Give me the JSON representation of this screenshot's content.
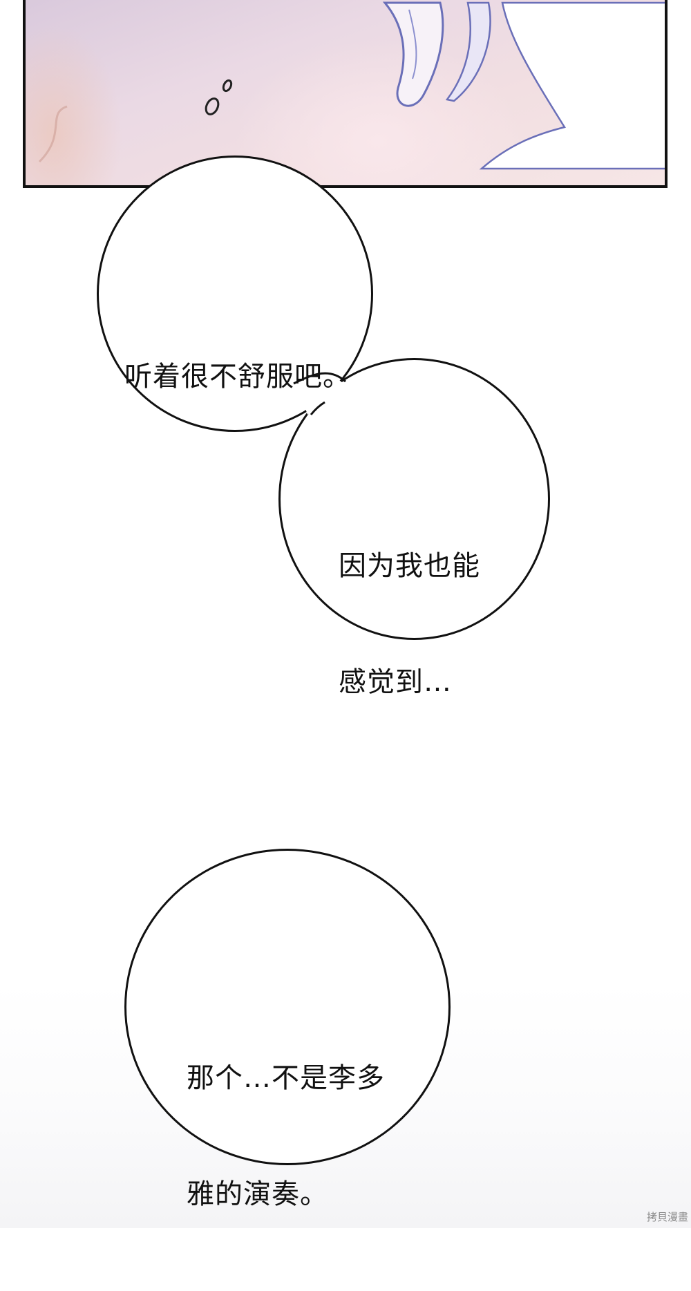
{
  "bubbles": {
    "first": {
      "line1": "听着很不舒服吧。"
    },
    "second": {
      "line1": "因为我也能",
      "line2": "感觉到…"
    },
    "third": {
      "line1": "那个…不是李多",
      "line2": "雅的演奏。"
    }
  },
  "watermark": "拷貝漫畫",
  "colors": {
    "panel_border": "#111111",
    "panel_bg_light": "#f6e6e6",
    "panel_bg_lilac": "#d9c9dc",
    "hair_outline": "#6a6fb8",
    "bubble_fill": "#ffffff",
    "bubble_outline": "#111111"
  }
}
